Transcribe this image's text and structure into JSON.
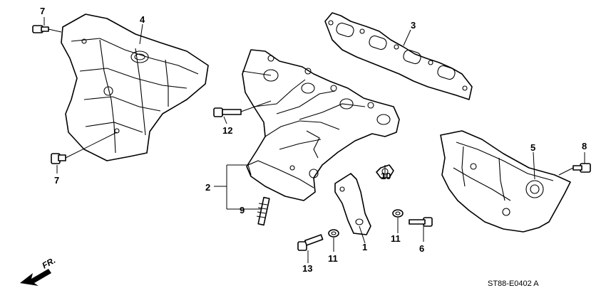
{
  "callouts": {
    "c1": "1",
    "c2": "2",
    "c3": "3",
    "c4": "4",
    "c5": "5",
    "c6": "6",
    "c7a": "7",
    "c7b": "7",
    "c8": "8",
    "c9": "9",
    "c10": "10",
    "c11a": "11",
    "c11b": "11",
    "c12": "12",
    "c13": "13"
  },
  "direction_label": "FR.",
  "diagram_code": "ST88-E0402 A"
}
